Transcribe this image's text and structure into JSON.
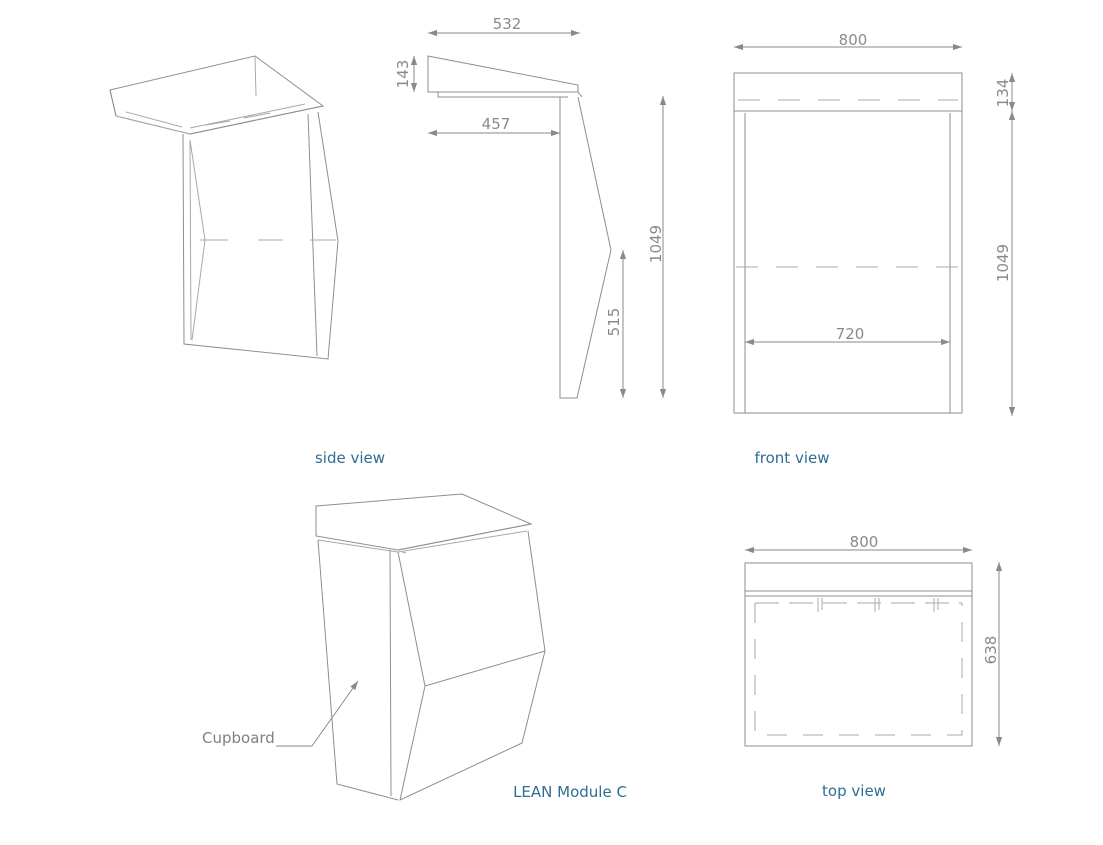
{
  "captions": {
    "side_view": "side view",
    "front_view": "front view",
    "top_view": "top view",
    "module": "LEAN Module C"
  },
  "callout": {
    "cupboard": "Cupboard"
  },
  "dimensions": {
    "side_total_depth": "532",
    "side_top_height": "143",
    "side_body_depth": "457",
    "side_total_height": "1049",
    "side_lower_height": "515",
    "front_width": "800",
    "front_top_height": "134",
    "front_height": "1049",
    "front_inner_width": "720",
    "top_width": "800",
    "top_depth": "638"
  }
}
